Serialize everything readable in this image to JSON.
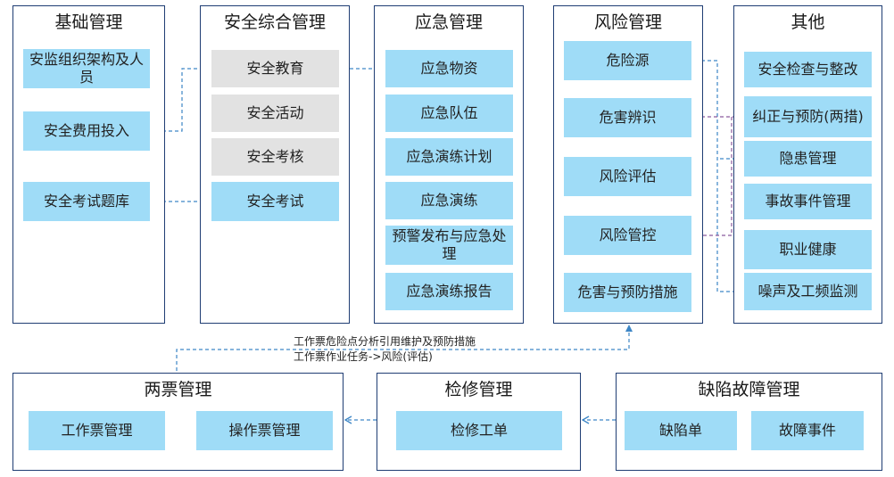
{
  "colors": {
    "panel_border": "#1f3d73",
    "box_fill": "#9fdcf7",
    "box_fill_gray": "#e2e2e2",
    "connector_blue": "#3d86c6",
    "connector_purple": "#8b5a9e"
  },
  "panels": {
    "basic": {
      "title": "基础管理",
      "items": [
        "安监组织架构及人员",
        "安全费用投入",
        "安全考试题库"
      ]
    },
    "safety": {
      "title": "安全综合管理",
      "items": [
        "安全教育",
        "安全活动",
        "安全考核",
        "安全考试"
      ]
    },
    "emergency": {
      "title": "应急管理",
      "items": [
        "应急物资",
        "应急队伍",
        "应急演练计划",
        "应急演练",
        "预警发布与应急处理",
        "应急演练报告"
      ]
    },
    "risk": {
      "title": "风险管理",
      "items": [
        "危险源",
        "危害辨识",
        "风险评估",
        "风险管控",
        "危害与预防措施"
      ]
    },
    "other": {
      "title": "其他",
      "items": [
        "安全检查与整改",
        "纠正与预防(两措)",
        "隐患管理",
        "事故事件管理",
        "职业健康",
        "噪声及工频监测"
      ]
    },
    "tickets": {
      "title": "两票管理",
      "items": [
        "工作票管理",
        "操作票管理"
      ]
    },
    "repair": {
      "title": "检修管理",
      "items": [
        "检修工单"
      ]
    },
    "defect": {
      "title": "缺陷故障管理",
      "items": [
        "缺陷单",
        "故障事件"
      ]
    }
  },
  "notes": {
    "line1": "工作票危险点分析引用维护及预防措施",
    "line2": "工作票作业任务->风险(评估)"
  }
}
